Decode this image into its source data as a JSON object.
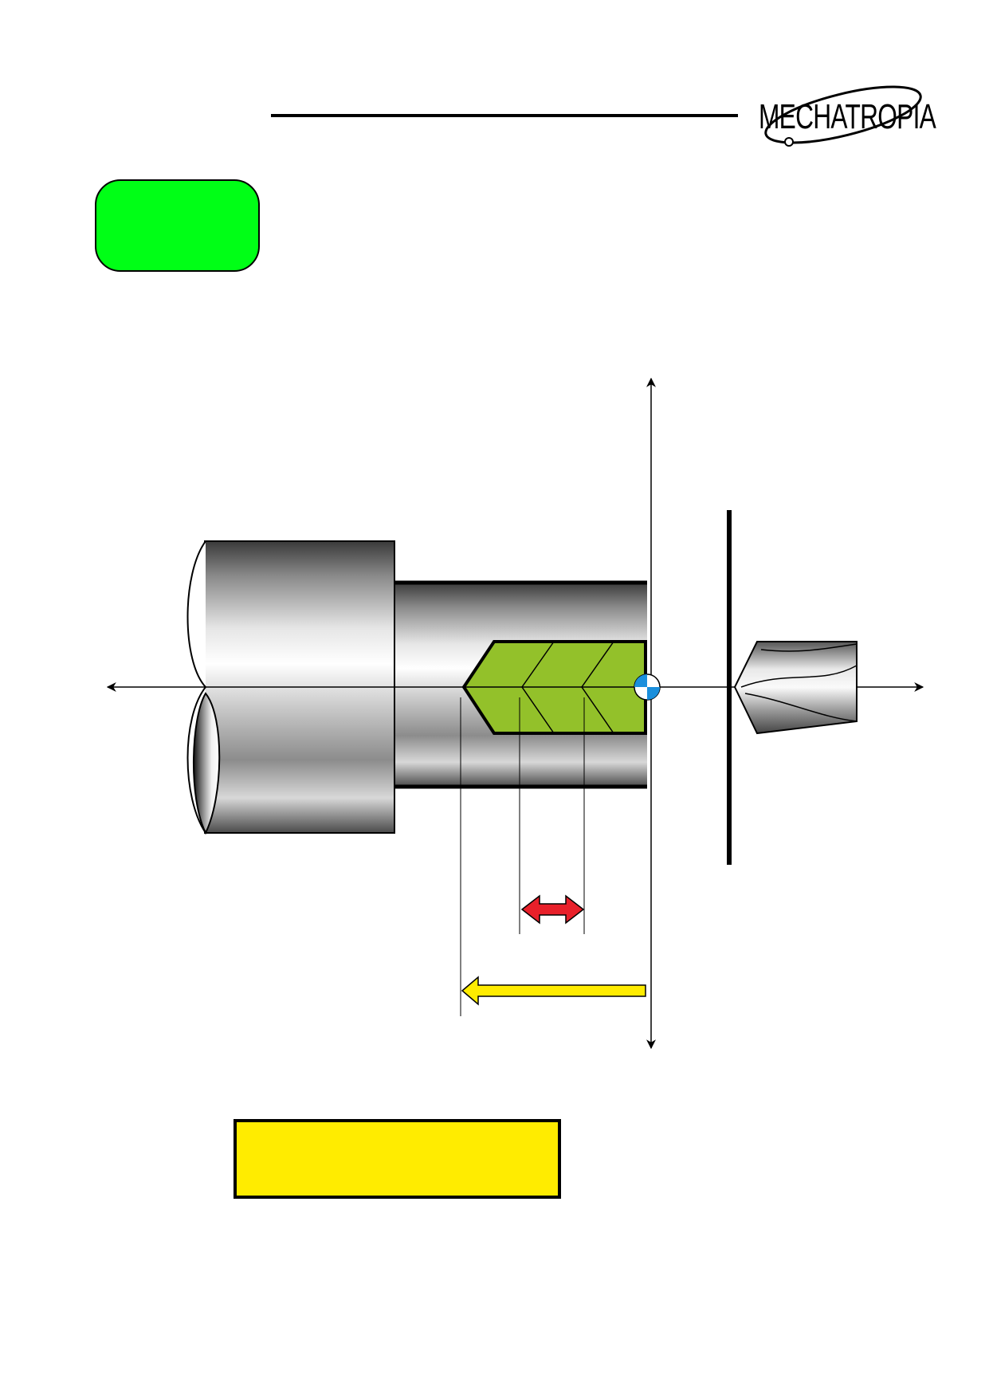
{
  "header": {
    "logo_text": "MECHATROPIA"
  },
  "colors": {
    "badge_green": "#00ff16",
    "thread_green": "#93c12a",
    "pitch_arrow_red": "#e8202a",
    "depth_arrow_yellow": "#ffec00",
    "caption_yellow": "#ffec00",
    "origin_blue": "#1a8fdc"
  },
  "figure": {
    "parts": [
      "workpiece-cylinder",
      "threaded-hole",
      "tapping-tool",
      "z-axis",
      "x-axis",
      "program-origin",
      "pitch-arrow",
      "depth-arrow"
    ]
  }
}
